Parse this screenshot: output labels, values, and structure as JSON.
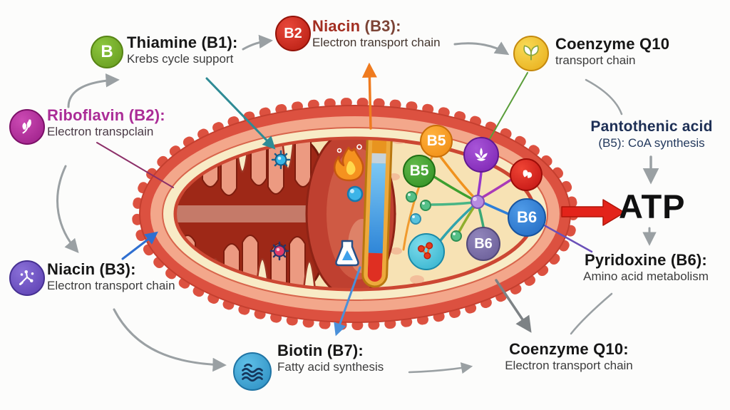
{
  "labels": {
    "thiamine": {
      "badge": "B",
      "title": "Thiamine (B1):",
      "desc": "Krebs cycle support"
    },
    "niacin_top": {
      "badge": "B2",
      "title": "Niacin",
      "title_suffix": "(B3):",
      "desc": "Electron transport chain"
    },
    "coq10_top": {
      "title": "Coenzyme Q10",
      "desc": "transport chain"
    },
    "riboflavin": {
      "title": "Riboflavin (B2):",
      "desc": "Electron transpclain"
    },
    "pantothenic": {
      "title": "Pantothenic acid",
      "desc": "(B5): CoA synthesis"
    },
    "atp": {
      "text": "ATP"
    },
    "pyridoxine": {
      "title": "Pyridoxine (B6):",
      "desc": "Amino acid metabolism"
    },
    "niacin_left": {
      "title": "Niacin (B3):",
      "desc": "Electron transport chain"
    },
    "biotin": {
      "title": "Biotin (B7):",
      "desc": "Fatty acid synthesis"
    },
    "coq10_bottom": {
      "title": "Coenzyme Q10:",
      "desc": "Electron transport chain"
    }
  },
  "matrix_badges": {
    "b5_orange": "B5",
    "b5_green": "B5",
    "b6_blue": "B6",
    "b6_purple": "B6"
  },
  "icons": {
    "riboflavin": "leaf-sprig-icon",
    "niacin_left": "molecule-icon",
    "biotin": "waves-icon",
    "coq10": "double-leaf-icon",
    "matrix_purple": "lotus-icon",
    "matrix_red": "heart-leaves-icon",
    "matrix_cyan": "red-molecule-icon",
    "inside": [
      "gear-icon",
      "flame-icon",
      "flask-icon"
    ]
  },
  "colors": {
    "thiamine_badge": "#6da621",
    "niacin_badge": "#cf2318",
    "coq10_badge": "#f2c335",
    "riboflavin_badge": "#b2289d",
    "niacin_left_badge": "#6f52c6",
    "biotin_badge": "#3ba3d8",
    "b5_orange": "#f6951d",
    "b5_green": "#3d9f2f",
    "b6_blue": "#2e7fd9",
    "b6_purple": "#7a6ca6",
    "lotus_badge": "#8e32c8",
    "heart_badge": "#da1f1f",
    "molecule_badge": "#4fc6dc",
    "atp_arrow": "#e3231a",
    "outer_membrane": "#dc5140",
    "matrix": "#f7e2b4",
    "pantothenic_text": "#1d2f55",
    "niacin_top_text": "#a63b2b"
  }
}
